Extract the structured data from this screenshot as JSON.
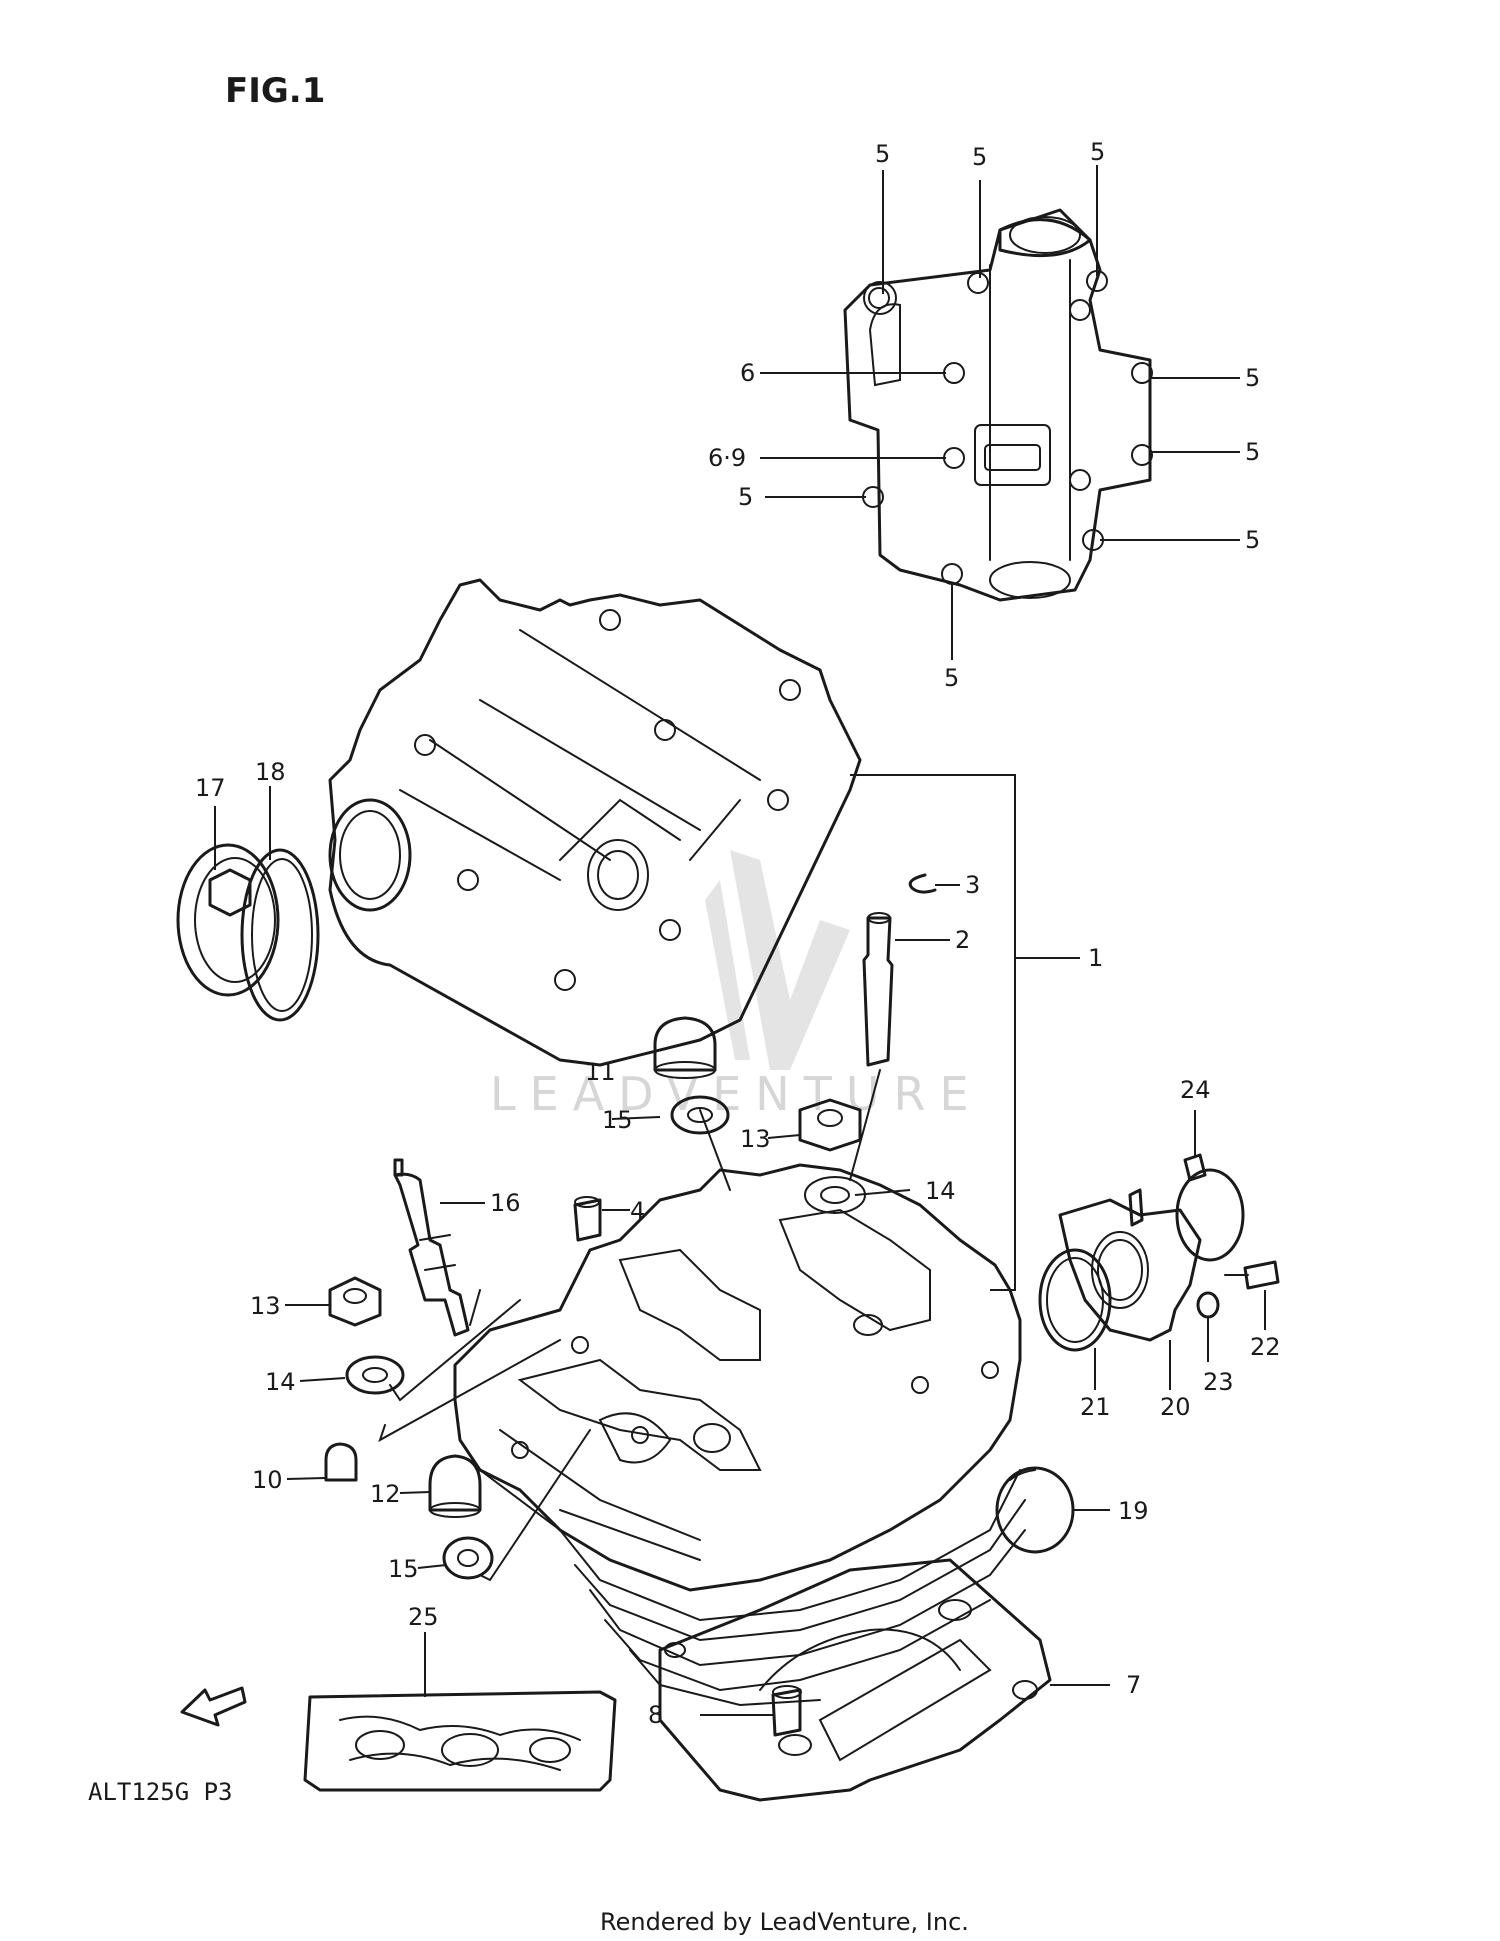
{
  "figure": {
    "title": "FIG.1",
    "model_code": "ALT125G  P3",
    "footer": "Rendered by LeadVenture, Inc."
  },
  "watermark": {
    "text": "LEADVENTURE"
  },
  "callouts": {
    "c1": "1",
    "c2": "2",
    "c3": "3",
    "c4": "4",
    "c5": "5",
    "c6": "6",
    "c6_9": "6·9",
    "c7": "7",
    "c8": "8",
    "c10": "10",
    "c11": "11",
    "c12": "12",
    "c13": "13",
    "c14": "14",
    "c15": "15",
    "c16": "16",
    "c17": "17",
    "c18": "18",
    "c19": "19",
    "c20": "20",
    "c21": "21",
    "c22": "22",
    "c23": "23",
    "c24": "24",
    "c25": "25"
  },
  "icons": {
    "front_arrow": "front-direction-arrow-icon"
  }
}
